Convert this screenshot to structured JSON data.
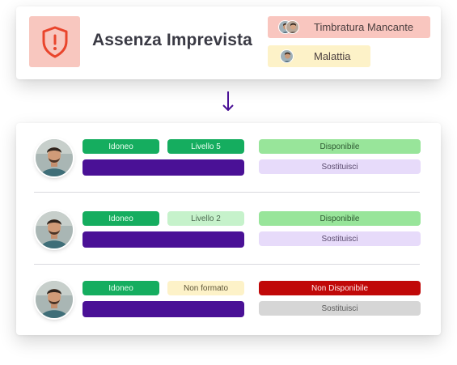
{
  "alert": {
    "title": "Assenza Imprevista",
    "icon": "shield-alert-icon",
    "chips": [
      {
        "label": "Timbratura Mancante",
        "color": "#f9c6bf"
      },
      {
        "label": "Malattia",
        "color": "#fdf2c8"
      }
    ]
  },
  "candidates": [
    {
      "qualification": "Idoneo",
      "level": "Livello 5",
      "status": "Disponibile",
      "action": "Sostituisci"
    },
    {
      "qualification": "Idoneo",
      "level": "Livello 2",
      "status": "Disponibile",
      "action": "Sostituisci"
    },
    {
      "qualification": "Idoneo",
      "level": "Non formato",
      "status": "Non Disponibile",
      "action": "Sostituisci"
    }
  ],
  "colors": {
    "accent_purple": "#4a1196",
    "green": "#15ad5f",
    "light_green": "#98e59a",
    "red": "#c00808",
    "lavender": "#e7dbfa",
    "grey": "#d6d6d6"
  }
}
